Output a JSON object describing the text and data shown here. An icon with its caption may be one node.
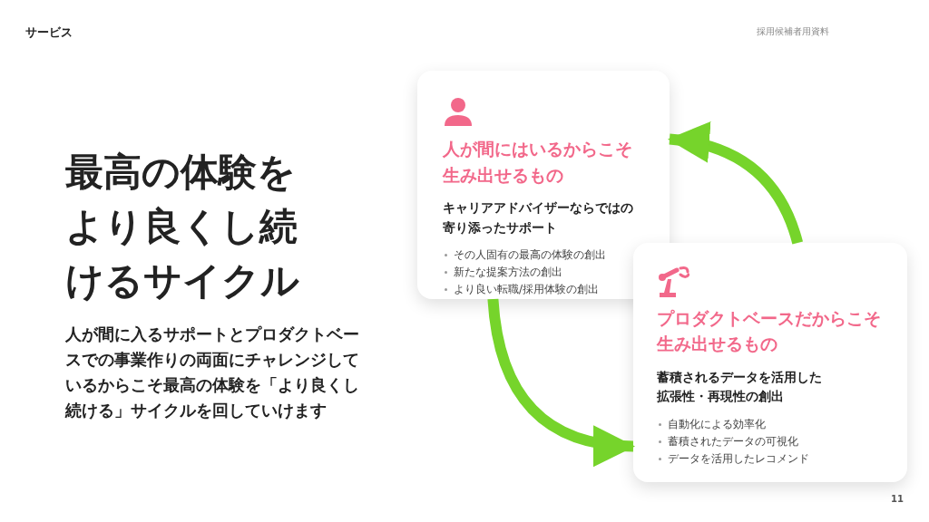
{
  "diagram": {
    "title": "最高の体験をより良くし続けるサイクル",
    "nodes": [
      {
        "text": [
          "人が間にはいるからこそ生み出せるもの",
          "キャリアアドバイザーならではの寄り添ったサポート",
          "その人固有の最高の体験の創出",
          "新たな提案方法の創出",
          "より良い転職/採用体験の創出"
        ]
      },
      {
        "text": [
          "プロダクトベースだからこそ生み出せるもの",
          "蓄積されるデータを活用した拡張性・再現性の創出",
          "自動化による効率化",
          "蓄積されたデータの可視化",
          "データを活用したレコメンド"
        ]
      }
    ],
    "edges": [
      {
        "from": 1,
        "to": 0,
        "arrow": "to"
      },
      {
        "from": 0,
        "to": 1,
        "arrow": "to"
      }
    ],
    "labels": [
      "サービス",
      "採用候補者用資料",
      "人が間に入るサポートとプロダクトベースでの事業作りの両面にチャレンジしているからこそ最高の体験を「より良くし続ける」サイクルを回していけます",
      "11"
    ]
  }
}
